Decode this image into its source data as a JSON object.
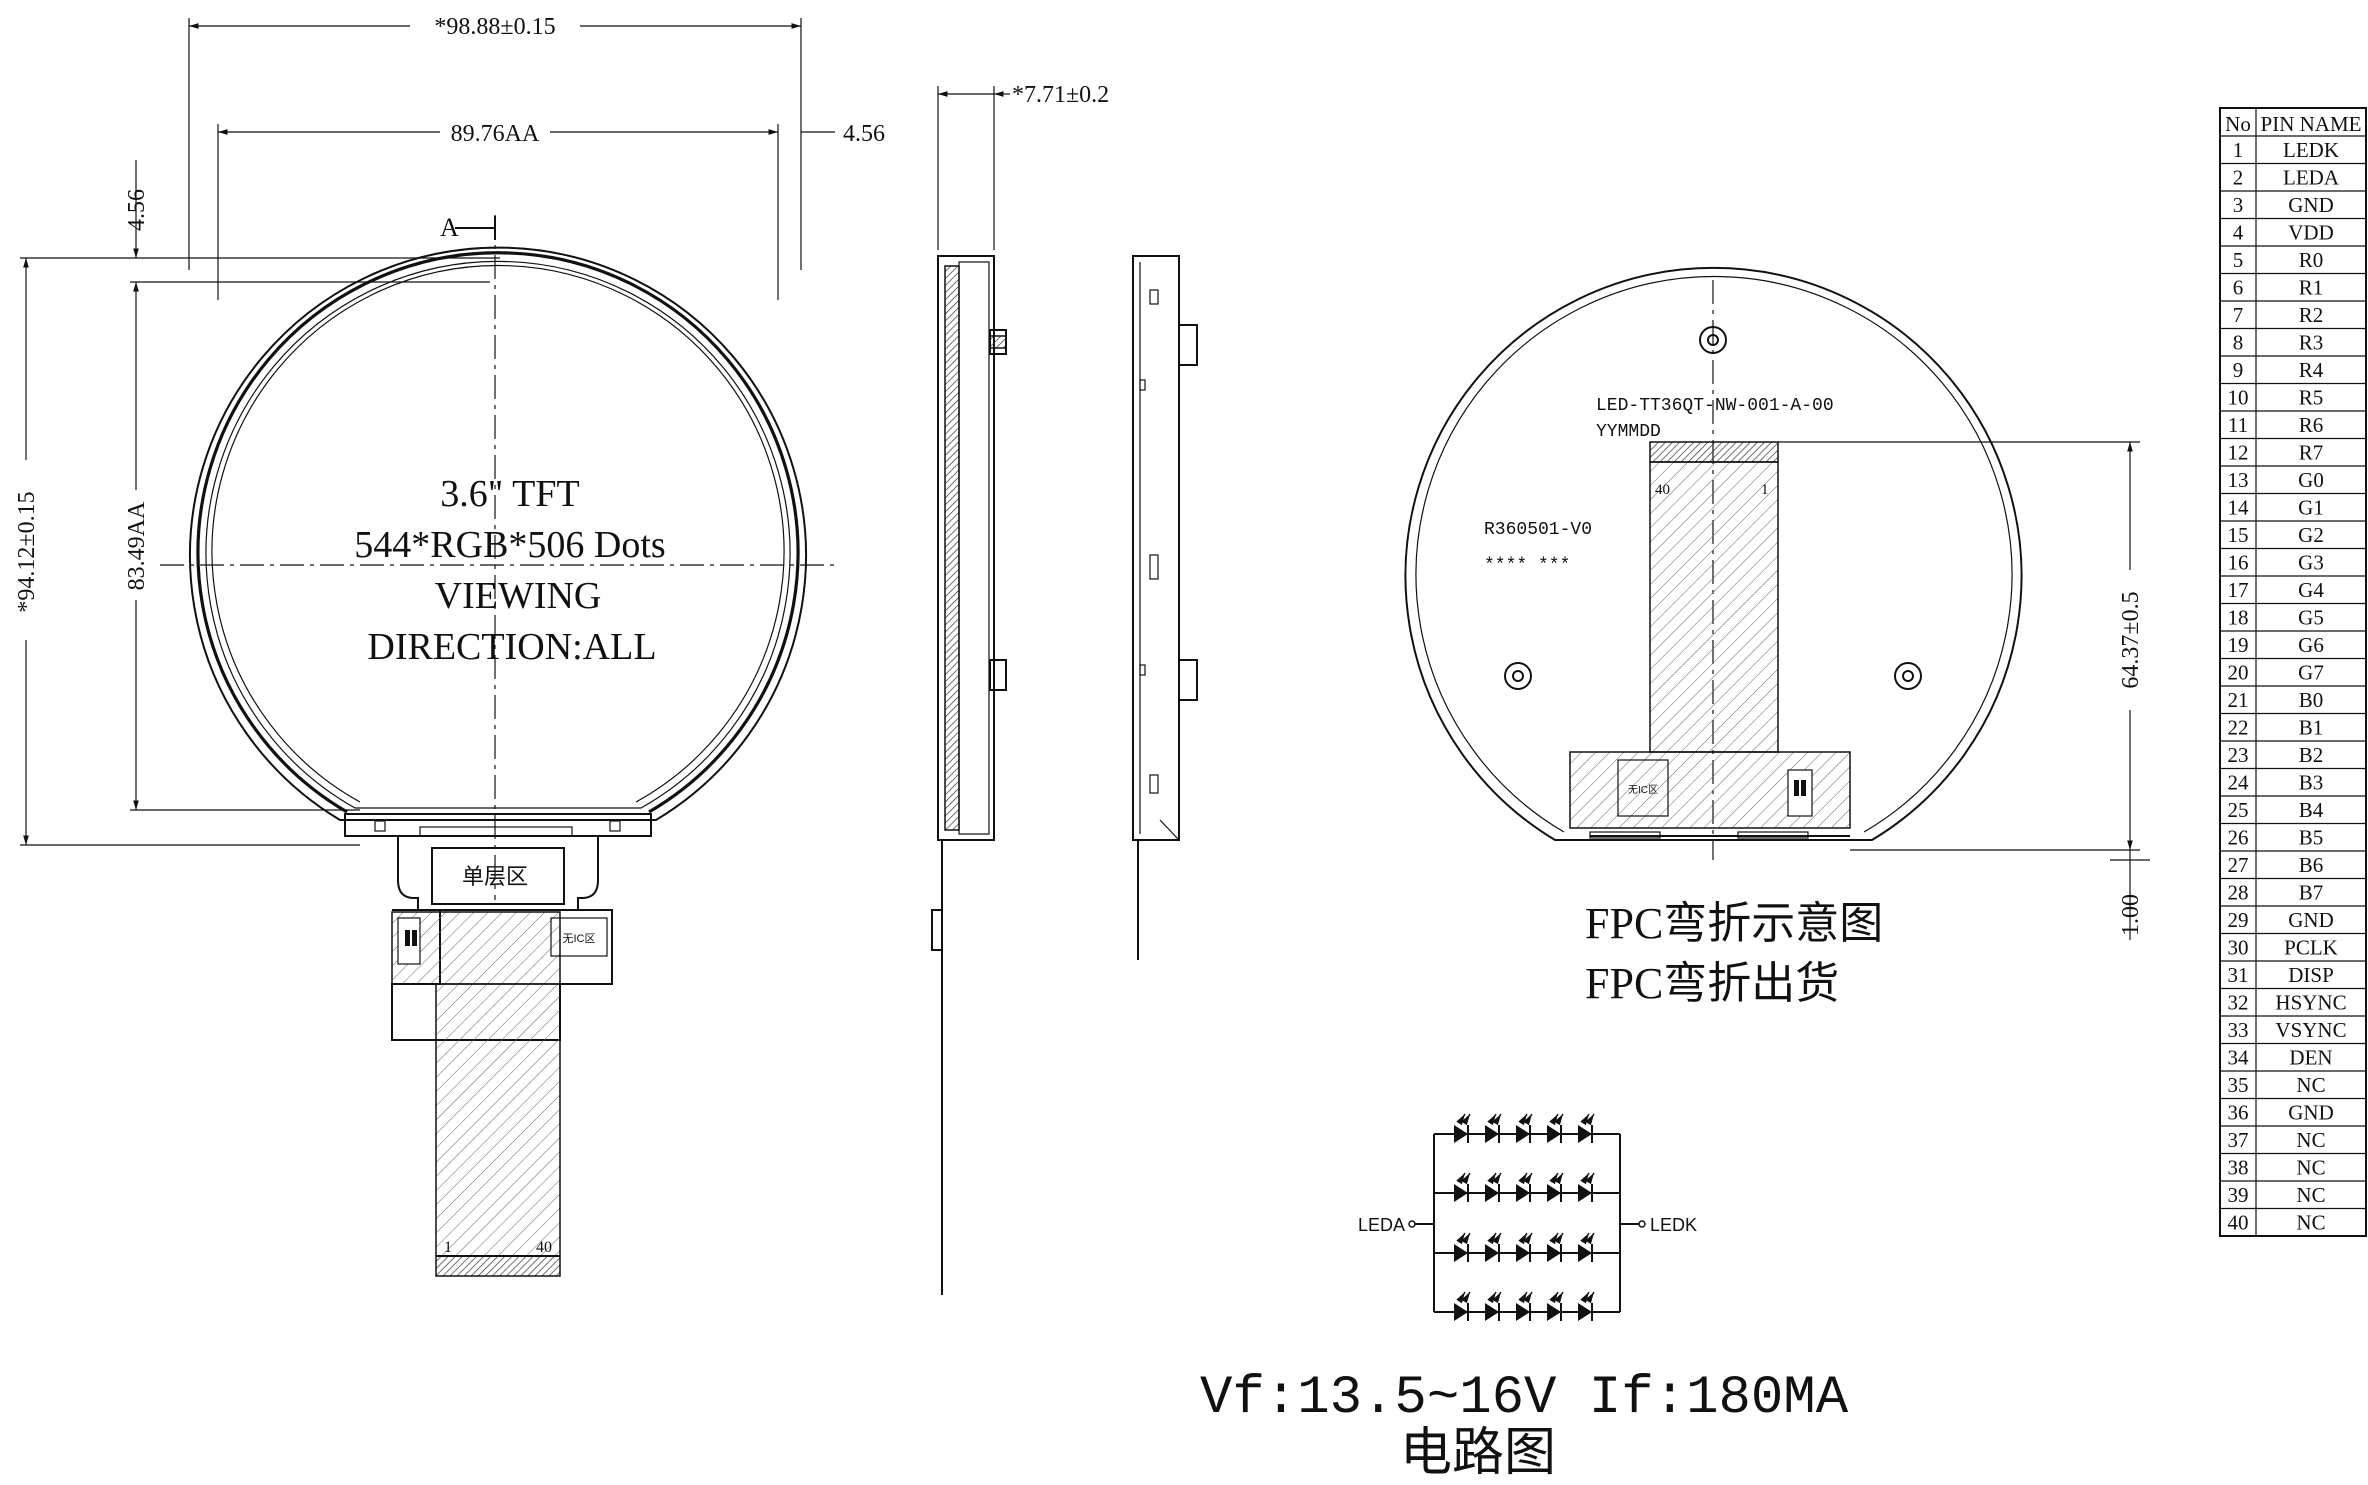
{
  "front_view": {
    "outline_width": "*98.88±0.15",
    "active_width": "89.76AA",
    "offset_right": "4.56",
    "offset_top": "4.56",
    "outline_height": "*94.12±0.15",
    "active_height": "83.49AA",
    "section_mark": "A",
    "title_lines": [
      "3.6\" TFT",
      "544*RGB*506 Dots",
      "VIEWING",
      "DIRECTION:ALL"
    ],
    "fpc_label": "单层区",
    "fpc_small_label": "无IC区",
    "pin_first": "1",
    "pin_last": "40"
  },
  "side_view": {
    "thickness": "*7.71±0.2"
  },
  "back_view": {
    "part_number": "LED-TT36QT-NW-001-A-00",
    "date_code": "YYMMDD",
    "revision": "R360501-V0",
    "stars": "****  ***",
    "pin_first": "1",
    "pin_last": "40",
    "fpc_length": "64.37±0.5",
    "gap": "1.00",
    "caption_1": "FPC弯折示意图",
    "caption_2": "FPC弯折出货",
    "small_label": "无IC区"
  },
  "circuit": {
    "anode_label": "LEDA",
    "cathode_label": "LEDK",
    "spec": "Vf:13.5~16V   If:180MA",
    "caption": "电路图",
    "rows": 4,
    "leds_per_row": 5
  },
  "pin_table": {
    "headers": [
      "No",
      "PIN NAME"
    ],
    "rows": [
      [
        "1",
        "LEDK"
      ],
      [
        "2",
        "LEDA"
      ],
      [
        "3",
        "GND"
      ],
      [
        "4",
        "VDD"
      ],
      [
        "5",
        "R0"
      ],
      [
        "6",
        "R1"
      ],
      [
        "7",
        "R2"
      ],
      [
        "8",
        "R3"
      ],
      [
        "9",
        "R4"
      ],
      [
        "10",
        "R5"
      ],
      [
        "11",
        "R6"
      ],
      [
        "12",
        "R7"
      ],
      [
        "13",
        "G0"
      ],
      [
        "14",
        "G1"
      ],
      [
        "15",
        "G2"
      ],
      [
        "16",
        "G3"
      ],
      [
        "17",
        "G4"
      ],
      [
        "18",
        "G5"
      ],
      [
        "19",
        "G6"
      ],
      [
        "20",
        "G7"
      ],
      [
        "21",
        "B0"
      ],
      [
        "22",
        "B1"
      ],
      [
        "23",
        "B2"
      ],
      [
        "24",
        "B3"
      ],
      [
        "25",
        "B4"
      ],
      [
        "26",
        "B5"
      ],
      [
        "27",
        "B6"
      ],
      [
        "28",
        "B7"
      ],
      [
        "29",
        "GND"
      ],
      [
        "30",
        "PCLK"
      ],
      [
        "31",
        "DISP"
      ],
      [
        "32",
        "HSYNC"
      ],
      [
        "33",
        "VSYNC"
      ],
      [
        "34",
        "DEN"
      ],
      [
        "35",
        "NC"
      ],
      [
        "36",
        "GND"
      ],
      [
        "37",
        "NC"
      ],
      [
        "38",
        "NC"
      ],
      [
        "39",
        "NC"
      ],
      [
        "40",
        "NC"
      ]
    ]
  }
}
